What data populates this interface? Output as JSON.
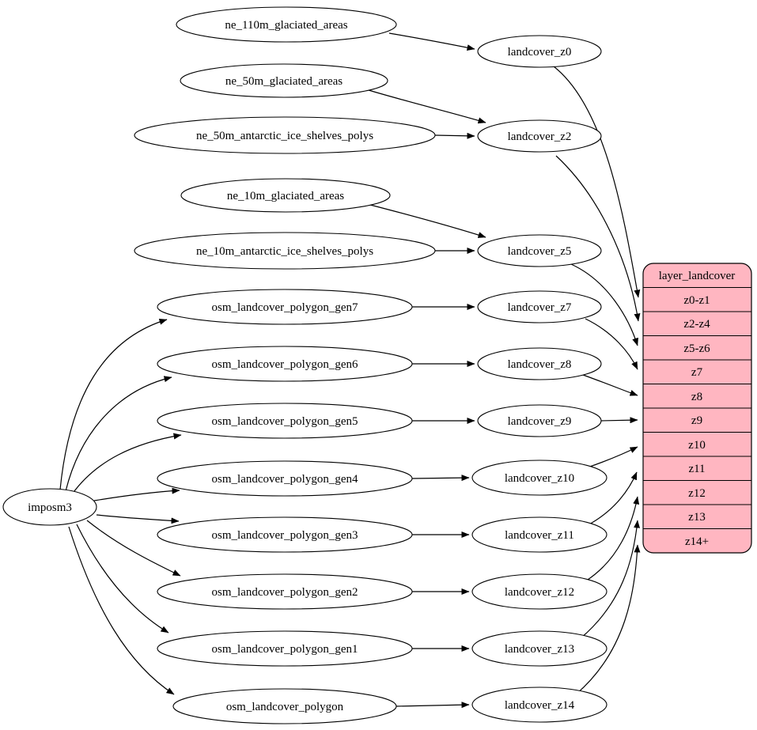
{
  "diagram": {
    "type": "graphviz-flow",
    "colors": {
      "background": "#ffffff",
      "node_fill": "#ffffff",
      "stroke": "#000000",
      "table_fill": "#ffb6c1"
    },
    "nodes": {
      "ne_110m_glaciated_areas": {
        "label": "ne_110m_glaciated_areas"
      },
      "ne_50m_glaciated_areas": {
        "label": "ne_50m_glaciated_areas"
      },
      "ne_50m_antarctic_ice_shelves_polys": {
        "label": "ne_50m_antarctic_ice_shelves_polys"
      },
      "ne_10m_glaciated_areas": {
        "label": "ne_10m_glaciated_areas"
      },
      "ne_10m_antarctic_ice_shelves_polys": {
        "label": "ne_10m_antarctic_ice_shelves_polys"
      },
      "osm_landcover_polygon_gen7": {
        "label": "osm_landcover_polygon_gen7"
      },
      "osm_landcover_polygon_gen6": {
        "label": "osm_landcover_polygon_gen6"
      },
      "osm_landcover_polygon_gen5": {
        "label": "osm_landcover_polygon_gen5"
      },
      "osm_landcover_polygon_gen4": {
        "label": "osm_landcover_polygon_gen4"
      },
      "osm_landcover_polygon_gen3": {
        "label": "osm_landcover_polygon_gen3"
      },
      "osm_landcover_polygon_gen2": {
        "label": "osm_landcover_polygon_gen2"
      },
      "osm_landcover_polygon_gen1": {
        "label": "osm_landcover_polygon_gen1"
      },
      "osm_landcover_polygon": {
        "label": "osm_landcover_polygon"
      },
      "imposm3": {
        "label": "imposm3"
      },
      "landcover_z0": {
        "label": "landcover_z0"
      },
      "landcover_z2": {
        "label": "landcover_z2"
      },
      "landcover_z5": {
        "label": "landcover_z5"
      },
      "landcover_z7": {
        "label": "landcover_z7"
      },
      "landcover_z8": {
        "label": "landcover_z8"
      },
      "landcover_z9": {
        "label": "landcover_z9"
      },
      "landcover_z10": {
        "label": "landcover_z10"
      },
      "landcover_z11": {
        "label": "landcover_z11"
      },
      "landcover_z12": {
        "label": "landcover_z12"
      },
      "landcover_z13": {
        "label": "landcover_z13"
      },
      "landcover_z14": {
        "label": "landcover_z14"
      }
    },
    "table": {
      "header": "layer_landcover",
      "rows": [
        "z0-z1",
        "z2-z4",
        "z5-z6",
        "z7",
        "z8",
        "z9",
        "z10",
        "z11",
        "z12",
        "z13",
        "z14+"
      ]
    },
    "edges": [
      {
        "from": "ne_110m_glaciated_areas",
        "to": "landcover_z0"
      },
      {
        "from": "ne_50m_glaciated_areas",
        "to": "landcover_z2"
      },
      {
        "from": "ne_50m_antarctic_ice_shelves_polys",
        "to": "landcover_z2"
      },
      {
        "from": "ne_10m_glaciated_areas",
        "to": "landcover_z5"
      },
      {
        "from": "ne_10m_antarctic_ice_shelves_polys",
        "to": "landcover_z5"
      },
      {
        "from": "osm_landcover_polygon_gen7",
        "to": "landcover_z7"
      },
      {
        "from": "osm_landcover_polygon_gen6",
        "to": "landcover_z8"
      },
      {
        "from": "osm_landcover_polygon_gen5",
        "to": "landcover_z9"
      },
      {
        "from": "osm_landcover_polygon_gen4",
        "to": "landcover_z10"
      },
      {
        "from": "osm_landcover_polygon_gen3",
        "to": "landcover_z11"
      },
      {
        "from": "osm_landcover_polygon_gen2",
        "to": "landcover_z12"
      },
      {
        "from": "osm_landcover_polygon_gen1",
        "to": "landcover_z13"
      },
      {
        "from": "osm_landcover_polygon",
        "to": "landcover_z14"
      },
      {
        "from": "imposm3",
        "to": "osm_landcover_polygon_gen7"
      },
      {
        "from": "imposm3",
        "to": "osm_landcover_polygon_gen6"
      },
      {
        "from": "imposm3",
        "to": "osm_landcover_polygon_gen5"
      },
      {
        "from": "imposm3",
        "to": "osm_landcover_polygon_gen4"
      },
      {
        "from": "imposm3",
        "to": "osm_landcover_polygon_gen3"
      },
      {
        "from": "imposm3",
        "to": "osm_landcover_polygon_gen2"
      },
      {
        "from": "imposm3",
        "to": "osm_landcover_polygon_gen1"
      },
      {
        "from": "imposm3",
        "to": "osm_landcover_polygon"
      },
      {
        "from": "landcover_z0",
        "to": "layer_landcover:z0-z1"
      },
      {
        "from": "landcover_z2",
        "to": "layer_landcover:z2-z4"
      },
      {
        "from": "landcover_z5",
        "to": "layer_landcover:z5-z6"
      },
      {
        "from": "landcover_z7",
        "to": "layer_landcover:z7"
      },
      {
        "from": "landcover_z8",
        "to": "layer_landcover:z8"
      },
      {
        "from": "landcover_z9",
        "to": "layer_landcover:z9"
      },
      {
        "from": "landcover_z10",
        "to": "layer_landcover:z10"
      },
      {
        "from": "landcover_z11",
        "to": "layer_landcover:z11"
      },
      {
        "from": "landcover_z12",
        "to": "layer_landcover:z12"
      },
      {
        "from": "landcover_z13",
        "to": "layer_landcover:z13"
      },
      {
        "from": "landcover_z14",
        "to": "layer_landcover:z14+"
      }
    ]
  }
}
